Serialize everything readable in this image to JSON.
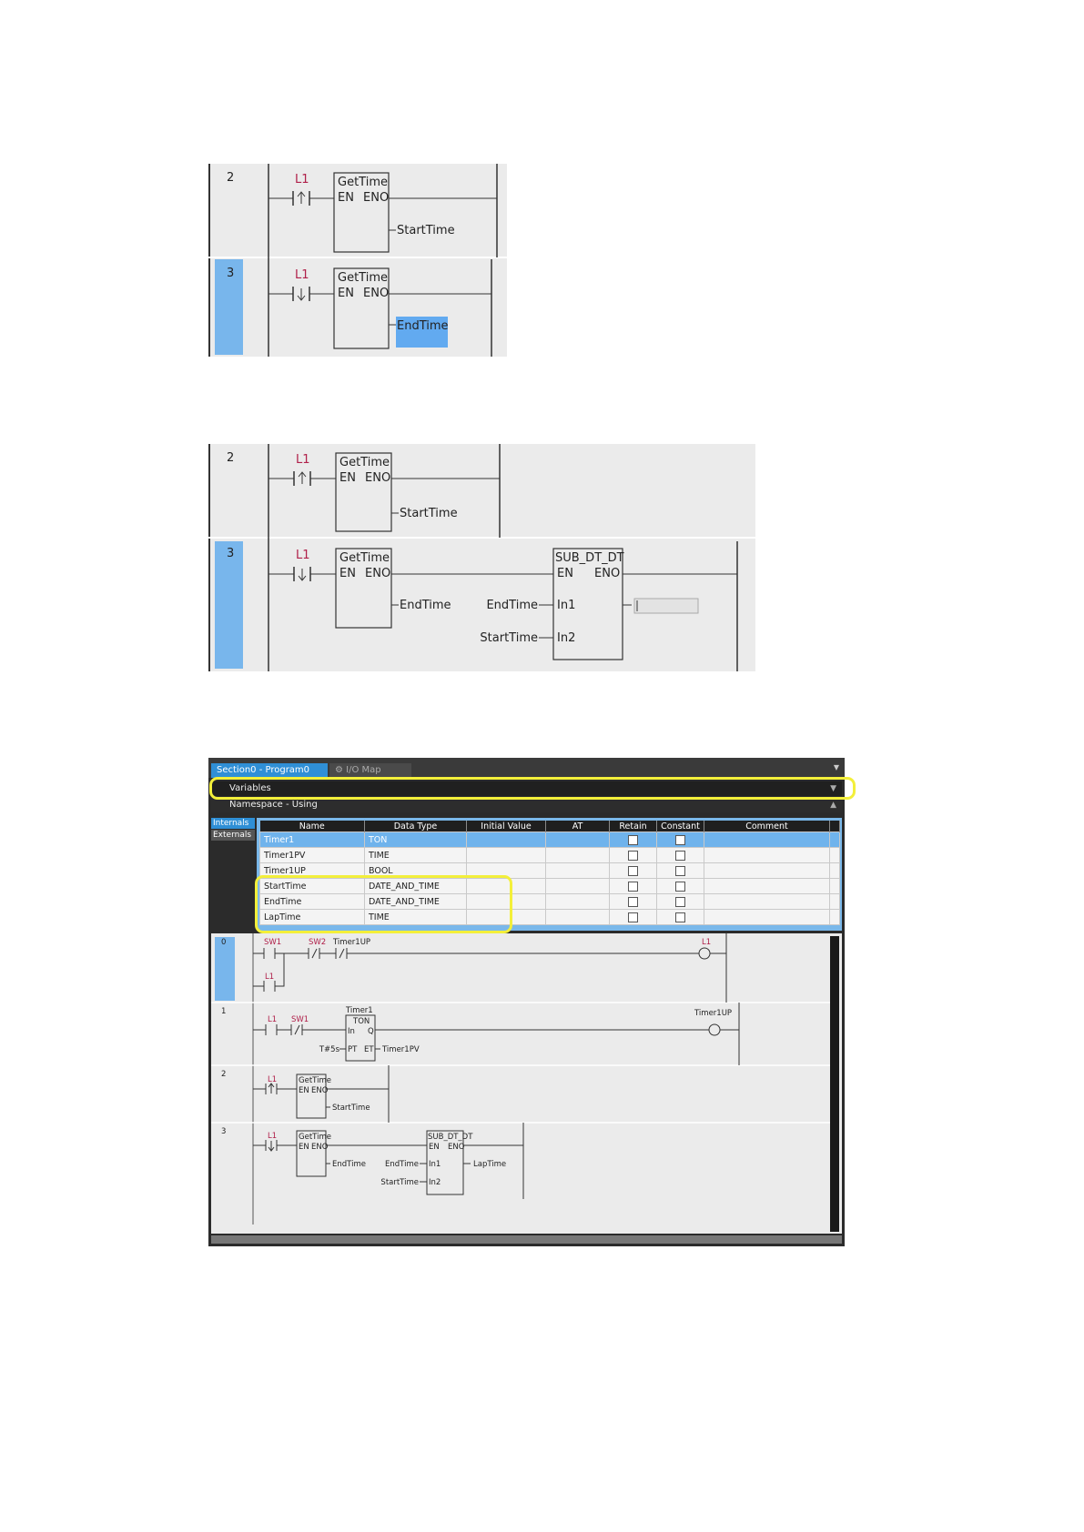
{
  "fig1": {
    "rung2": {
      "number": "2",
      "contact": "L1",
      "block": "GetTime",
      "en": "EN",
      "eno": "ENO",
      "output": "StartTime"
    },
    "rung3": {
      "number": "3",
      "contact": "L1",
      "block": "GetTime",
      "en": "EN",
      "eno": "ENO",
      "output": "EndTime"
    }
  },
  "fig2": {
    "rung2": {
      "number": "2",
      "contact": "L1",
      "block": "GetTime",
      "en": "EN",
      "eno": "ENO",
      "output": "StartTime"
    },
    "rung3": {
      "number": "3",
      "contact": "L1",
      "block": "GetTime",
      "en": "EN",
      "eno": "ENO",
      "output": "EndTime",
      "sub_block": "SUB_DT_DT",
      "sub_en": "EN",
      "sub_eno": "ENO",
      "in1": "In1",
      "in2": "In2",
      "in1_var": "EndTime",
      "in2_var": "StartTime"
    }
  },
  "editor": {
    "tab_active": "Section0 - Program0",
    "tab_close": "×",
    "tab_inactive": "I/O Map",
    "variables_label": "Variables",
    "namespace_label": "Namespace - Using",
    "var_tabs": [
      "Internals",
      "Externals"
    ],
    "columns": [
      "Name",
      "Data Type",
      "Initial Value",
      "AT",
      "Retain",
      "Constant",
      "Comment"
    ],
    "rows": [
      {
        "name": "Timer1",
        "type": "TON"
      },
      {
        "name": "Timer1PV",
        "type": "TIME"
      },
      {
        "name": "Timer1UP",
        "type": "BOOL"
      },
      {
        "name": "StartTime",
        "type": "DATE_AND_TIME"
      },
      {
        "name": "EndTime",
        "type": "DATE_AND_TIME"
      },
      {
        "name": "LapTime",
        "type": "TIME"
      }
    ],
    "ladder": {
      "r0": {
        "num": "0",
        "sw1": "SW1",
        "sw2": "SW2",
        "t1up": "Timer1UP",
        "l1": "L1",
        "coil": "L1"
      },
      "r1": {
        "num": "1",
        "l1": "L1",
        "sw1": "SW1",
        "timer": "Timer1",
        "ton": "TON",
        "in": "In",
        "q": "Q",
        "pt": "PT",
        "et": "ET",
        "pt_val": "T#5s",
        "et_var": "Timer1PV",
        "coil": "Timer1UP"
      },
      "r2": {
        "num": "2",
        "l1": "L1",
        "block": "GetTime",
        "en": "EN",
        "eno": "ENO",
        "out": "StartTime"
      },
      "r3": {
        "num": "3",
        "l1": "L1",
        "block": "GetTime",
        "en": "EN",
        "eno": "ENO",
        "out": "EndTime",
        "sub": "SUB_DT_DT",
        "sub_en": "EN",
        "sub_eno": "ENO",
        "in1": "In1",
        "in2": "In2",
        "in1_var": "EndTime",
        "in2_var": "StartTime",
        "out2": "LapTime"
      }
    }
  }
}
